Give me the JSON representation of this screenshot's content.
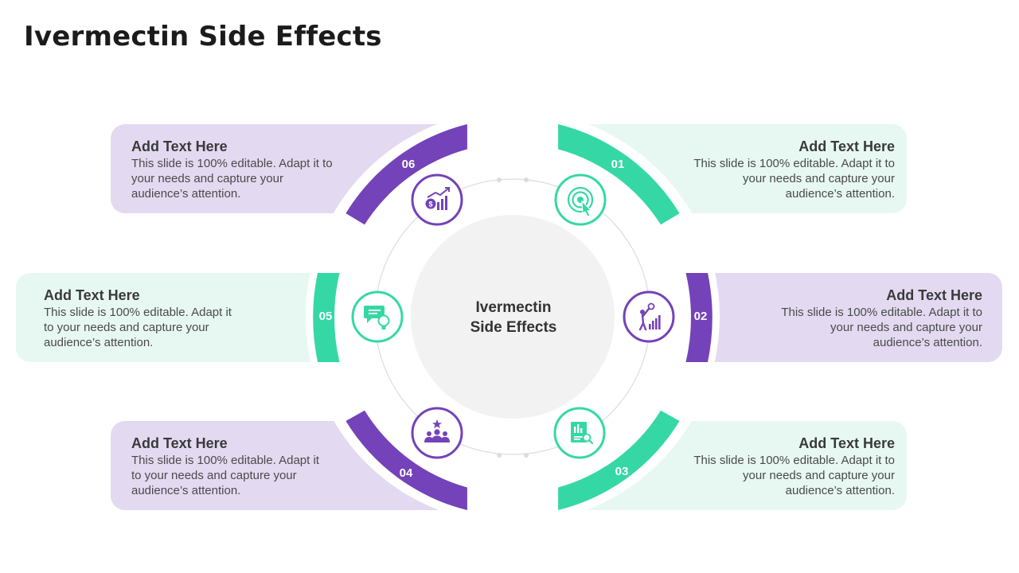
{
  "title": "Ivermectin Side Effects",
  "center": {
    "line1": "Ivermectin",
    "line2": "Side Effects"
  },
  "colors": {
    "purple": "#7442b9",
    "green": "#35d8a4",
    "purple_light": "#e3daf1",
    "green_light": "#e7f8f2",
    "center_fill": "#f2f2f2"
  },
  "items": [
    {
      "number": "01",
      "heading": "Add Text Here",
      "body": "This slide is 100% editable. Adapt it to your needs and capture your audience’s attention.",
      "icon": "target-click-icon"
    },
    {
      "number": "02",
      "heading": "Add Text Here",
      "body": "This slide is 100% editable. Adapt it to your needs and capture your audience’s attention.",
      "icon": "person-goal-growth-icon"
    },
    {
      "number": "03",
      "heading": "Add Text Here",
      "body": "This slide is 100% editable. Adapt it to your needs and capture your audience’s attention.",
      "icon": "report-document-icon"
    },
    {
      "number": "04",
      "heading": "Add Text Here",
      "body": "This slide is 100% editable. Adapt it to your needs and capture your audience’s attention.",
      "icon": "team-star-icon"
    },
    {
      "number": "05",
      "heading": "Add Text Here",
      "body": "This slide is 100% editable. Adapt it to your needs and capture your audience’s attention.",
      "icon": "chat-idea-icon"
    },
    {
      "number": "06",
      "heading": "Add Text Here",
      "body": "This slide is 100% editable. Adapt it to your needs and capture your audience’s attention.",
      "icon": "money-growth-chart-icon"
    }
  ]
}
